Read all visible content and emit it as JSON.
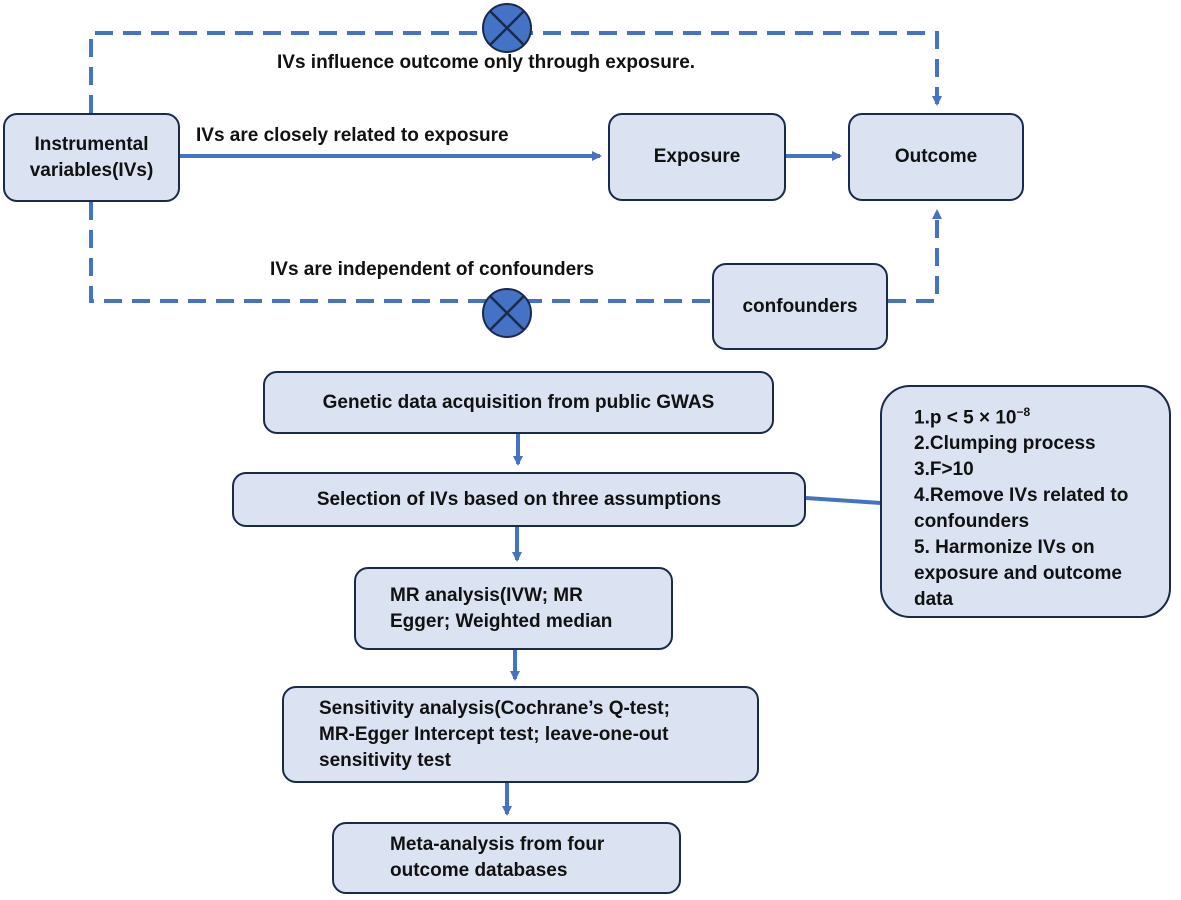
{
  "top_diagram": {
    "nodes": {
      "instrumental_variables": "Instrumental variables(IVs)",
      "exposure": "Exposure",
      "outcome": "Outcome",
      "confounders": "confounders"
    },
    "edges": {
      "ivs_to_exposure": "IVs are closely related to exposure",
      "ivs_to_outcome_via_exposure": "IVs influence outcome only through exposure.",
      "ivs_independent_confounders": "IVs are independent of confounders"
    },
    "colors": {
      "node_fill": "#dbe3f3",
      "node_border": "#1a2a4a",
      "arrow": "#4472c4",
      "blocked_marker": "#4472c4"
    }
  },
  "flow": {
    "step1": "Genetic data acquisition from public GWAS",
    "step2": "Selection of IVs based on three assumptions",
    "step3_line1": "MR analysis(IVW; MR",
    "step3_line2": "Egger; Weighted median",
    "step4_line1": "Sensitivity analysis(Cochrane’s Q-test;",
    "step4_line2": "MR-Egger Intercept test; leave-one-out",
    "step4_line3": "sensitivity test",
    "step5_line1": "Meta-analysis from four",
    "step5_line2": "outcome databases"
  },
  "criteria": {
    "item1_prefix": "1.p < 5 × 10",
    "item1_exponent": "−8",
    "item2": "2.Clumping process",
    "item3": "3.F>10",
    "item4_line1": "4.Remove IVs related to",
    "item4_line2": "confounders",
    "item5_line1": "5. Harmonize IVs on",
    "item5_line2": "exposure and outcome",
    "item5_line3": "data"
  }
}
